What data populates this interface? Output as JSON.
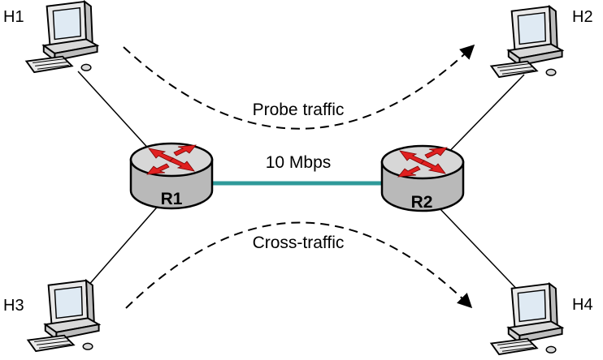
{
  "hosts": {
    "h1": {
      "label": "H1",
      "icon": "computer-icon"
    },
    "h2": {
      "label": "H2",
      "icon": "computer-icon"
    },
    "h3": {
      "label": "H3",
      "icon": "computer-icon"
    },
    "h4": {
      "label": "H4",
      "icon": "computer-icon"
    }
  },
  "routers": {
    "r1": {
      "label": "R1",
      "icon": "router-icon"
    },
    "r2": {
      "label": "R2",
      "icon": "router-icon"
    }
  },
  "links": {
    "bottleneck": {
      "label": "10 Mbps",
      "color": "#2f9a9a"
    }
  },
  "flows": {
    "probe": {
      "label": "Probe traffic"
    },
    "cross": {
      "label": "Cross-traffic"
    }
  },
  "colors": {
    "router_body": "#b9b9b9",
    "router_top": "#d7d7d7",
    "router_arrows": "#e02020",
    "monitor_screen": "#dfeaf3",
    "line": "#000000",
    "bottleneck_link": "#2f9a9a"
  }
}
